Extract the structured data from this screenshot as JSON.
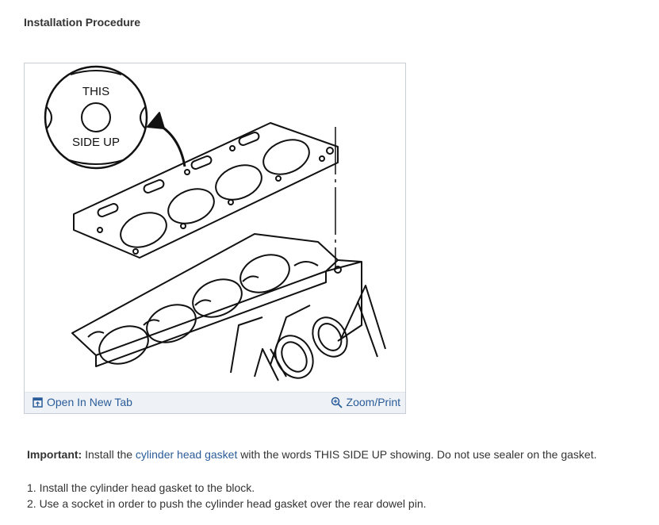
{
  "section": {
    "title": "Installation Procedure"
  },
  "figure": {
    "callout_top": "THIS",
    "callout_bottom": "SIDE UP",
    "open_tab_label": "Open In New Tab",
    "zoom_label": "Zoom/Print",
    "open_tab_icon": "open-in-new-tab-icon",
    "zoom_icon": "zoom-in-icon"
  },
  "important": {
    "label": "Important:",
    "text_before": " Install the ",
    "link_text": "cylinder head gasket",
    "text_after": " with the words THIS SIDE UP showing. Do not use sealer on the gasket."
  },
  "steps": [
    "1. Install the cylinder head gasket to the block.",
    "2. Use a socket in order to push the cylinder head gasket over the rear dowel pin."
  ],
  "colors": {
    "link": "#2a5c99",
    "text": "#333333",
    "footer_bg": "#eef1f6",
    "border": "#c9ced6"
  }
}
